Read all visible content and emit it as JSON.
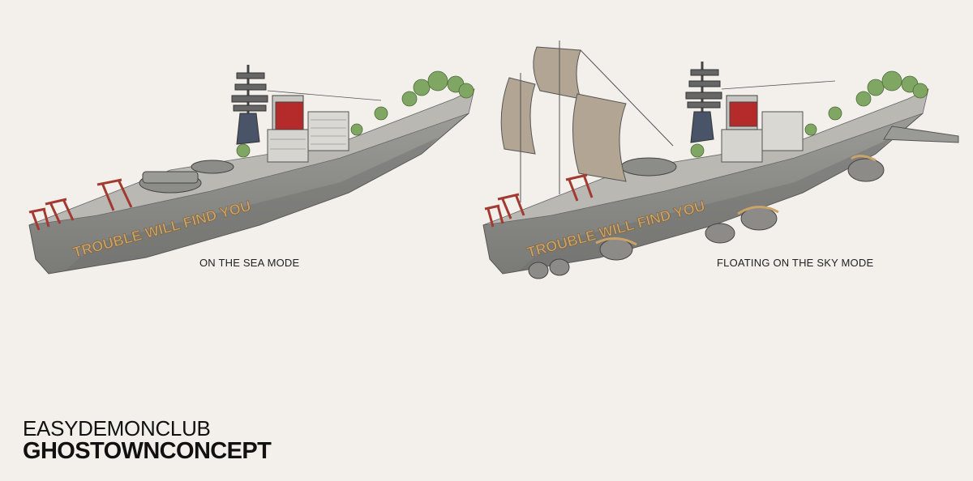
{
  "captions": {
    "sea_mode": "ON THE SEA MODE",
    "sky_mode": "FLOATING ON THE SKY MODE"
  },
  "hull_graffiti": "TROUBLE WILL FIND YOU",
  "brand": {
    "line1": "EASYDEMONCLUB",
    "line2": "GHOSTOWNCONCEPT"
  },
  "colors": {
    "background": "#f3f0eb",
    "hull": "#8f8f8d",
    "hull_dark": "#6e6e6c",
    "deck": "#b9b8b3",
    "red_frames": "#a23a32",
    "tower_red": "#b52b2b",
    "foliage": "#7fa763",
    "sails": "#b2a594",
    "graffiti": "#c9a36a"
  }
}
